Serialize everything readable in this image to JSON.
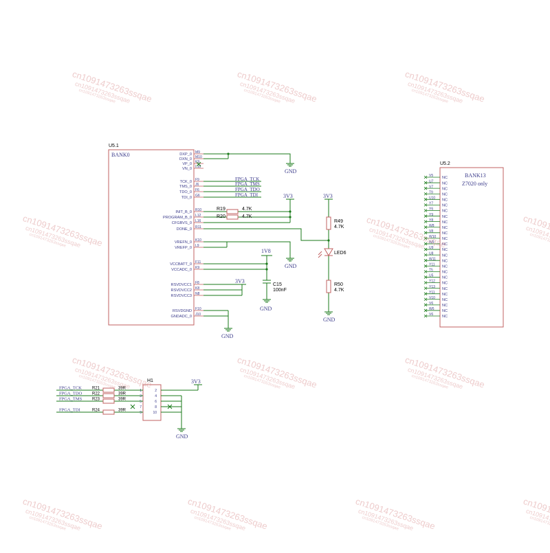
{
  "watermark": {
    "line1": "cn1091473263ssqae",
    "line2": "cn1091473263ssqae",
    "line3": "cn1091473263ssqae"
  },
  "u51": {
    "ref": "U5.1",
    "bank": "BANK0",
    "pins": [
      {
        "name": "DXP_0",
        "num": "M9"
      },
      {
        "name": "DXN_0",
        "num": "M10"
      },
      {
        "name": "VP_0",
        "num": "K9"
      },
      {
        "name": "VN_0",
        "num": "L10"
      },
      {
        "name": "TCK_0",
        "num": "F9"
      },
      {
        "name": "TMS_0",
        "num": "J6"
      },
      {
        "name": "TDO_0",
        "num": "F6"
      },
      {
        "name": "TDI_0",
        "num": "G6"
      },
      {
        "name": "INIT_B_0",
        "num": "R10"
      },
      {
        "name": "PROGRAM_B_0",
        "num": "L12"
      },
      {
        "name": "CFGBVS_0",
        "num": "L16"
      },
      {
        "name": "DONE_0",
        "num": "R11"
      },
      {
        "name": "VREFN_0",
        "num": "K10"
      },
      {
        "name": "VREFP_0",
        "num": "L9"
      },
      {
        "name": "VCCBATT_0",
        "num": "F11"
      },
      {
        "name": "VCCADC_0",
        "num": "K9"
      },
      {
        "name": "RSVDVCC1",
        "num": "F8"
      },
      {
        "name": "RSVDVCC2",
        "num": "K8"
      },
      {
        "name": "RSVDVCC3",
        "num": "N8"
      },
      {
        "name": "RSVDGND",
        "num": "F10"
      },
      {
        "name": "GNDADC_0",
        "num": "J10"
      }
    ]
  },
  "jtag_nets": [
    "FPGA_TCK",
    "FPGA_TMS",
    "FPGA_TDO",
    "FPGA_TDI"
  ],
  "power": {
    "v33": "3V3",
    "v18": "1V8",
    "gnd": "GND"
  },
  "parts": {
    "r19": {
      "ref": "R19",
      "val": "4.7K"
    },
    "r20": {
      "ref": "R20",
      "val": "4.7K"
    },
    "r49": {
      "ref": "R49",
      "val": "4.7K"
    },
    "r50": {
      "ref": "R50",
      "val": "4.7K"
    },
    "led": {
      "ref": "LED6"
    },
    "c15": {
      "ref": "C15",
      "val": "100nF"
    }
  },
  "u52": {
    "ref": "U5.2",
    "bank": "BANK13",
    "note": "Z7020  only",
    "nc": "NC",
    "pins": [
      "V5",
      "U7",
      "V7",
      "T9",
      "U10",
      "Y7",
      "Y6",
      "Y9",
      "Y8",
      "W8",
      "V8",
      "W10",
      "W9",
      "U9",
      "U8",
      "W11",
      "Y11",
      "T5",
      "U5",
      "Y12",
      "Y13",
      "Y11",
      "V10",
      "V6",
      "W6",
      "V6"
    ]
  },
  "header": {
    "ref": "H1",
    "left_pins": [
      "1",
      "3",
      "5",
      "7",
      "9"
    ],
    "right_pins": [
      "2",
      "4",
      "6",
      "8",
      "10"
    ],
    "rows": [
      {
        "net": "FPGA_TCK",
        "ref": "R21",
        "val": "39R"
      },
      {
        "net": "FPGA_TDO",
        "ref": "R22",
        "val": "39R"
      },
      {
        "net": "FPGA_TMS",
        "ref": "R23",
        "val": "39R"
      },
      {
        "net": "FPGA_TDI",
        "ref": "R24",
        "val": "39R"
      }
    ],
    "power": "3V3",
    "gnd": "GND"
  }
}
